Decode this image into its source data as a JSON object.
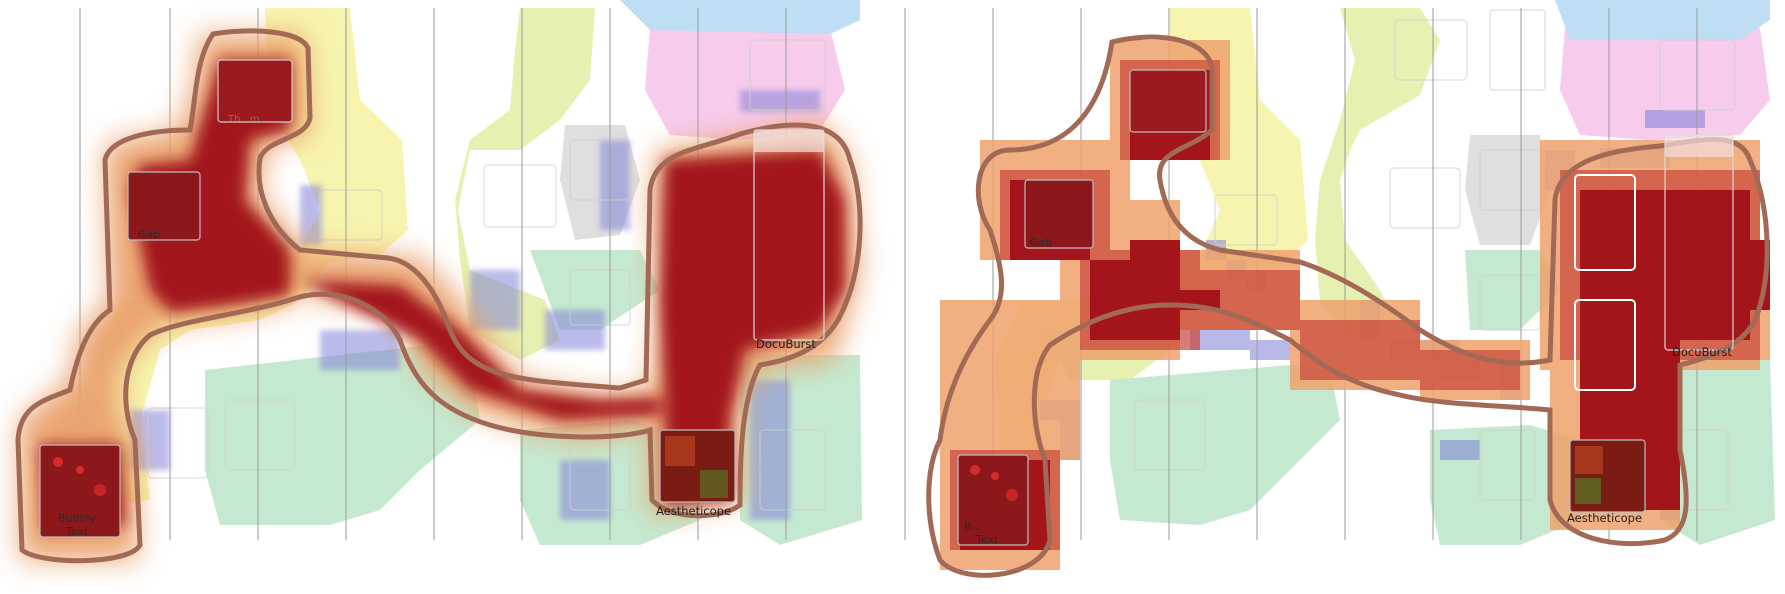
{
  "panels": [
    {
      "name": "left-panel",
      "labels": {
        "docuburst": "DocuBurst",
        "aestheticope": "Aestheticope",
        "bubbly_line1": "Bubbly",
        "bubbly_line2": "Text",
        "gab": "Gab",
        "thm": "Th...m"
      }
    },
    {
      "name": "right-panel",
      "labels": {
        "docuburst": "DocuBurst",
        "aestheticope": "Aestheticope",
        "bubbly_line1": "B...",
        "bubbly_line2": "Text",
        "gab": "Gab"
      }
    }
  ],
  "colors": {
    "heat_core": "#a3151a",
    "heat_glow": "#e9a06a",
    "outline": "#a26a55",
    "set_yellow": "#f6f3a6",
    "set_lime": "#e4efa8",
    "set_green": "#bfe7cb",
    "set_pink": "#f7c6ea",
    "set_blue": "#b7dbf3",
    "set_gray": "#dcdcdc",
    "set_purple": "#7f80d8"
  }
}
